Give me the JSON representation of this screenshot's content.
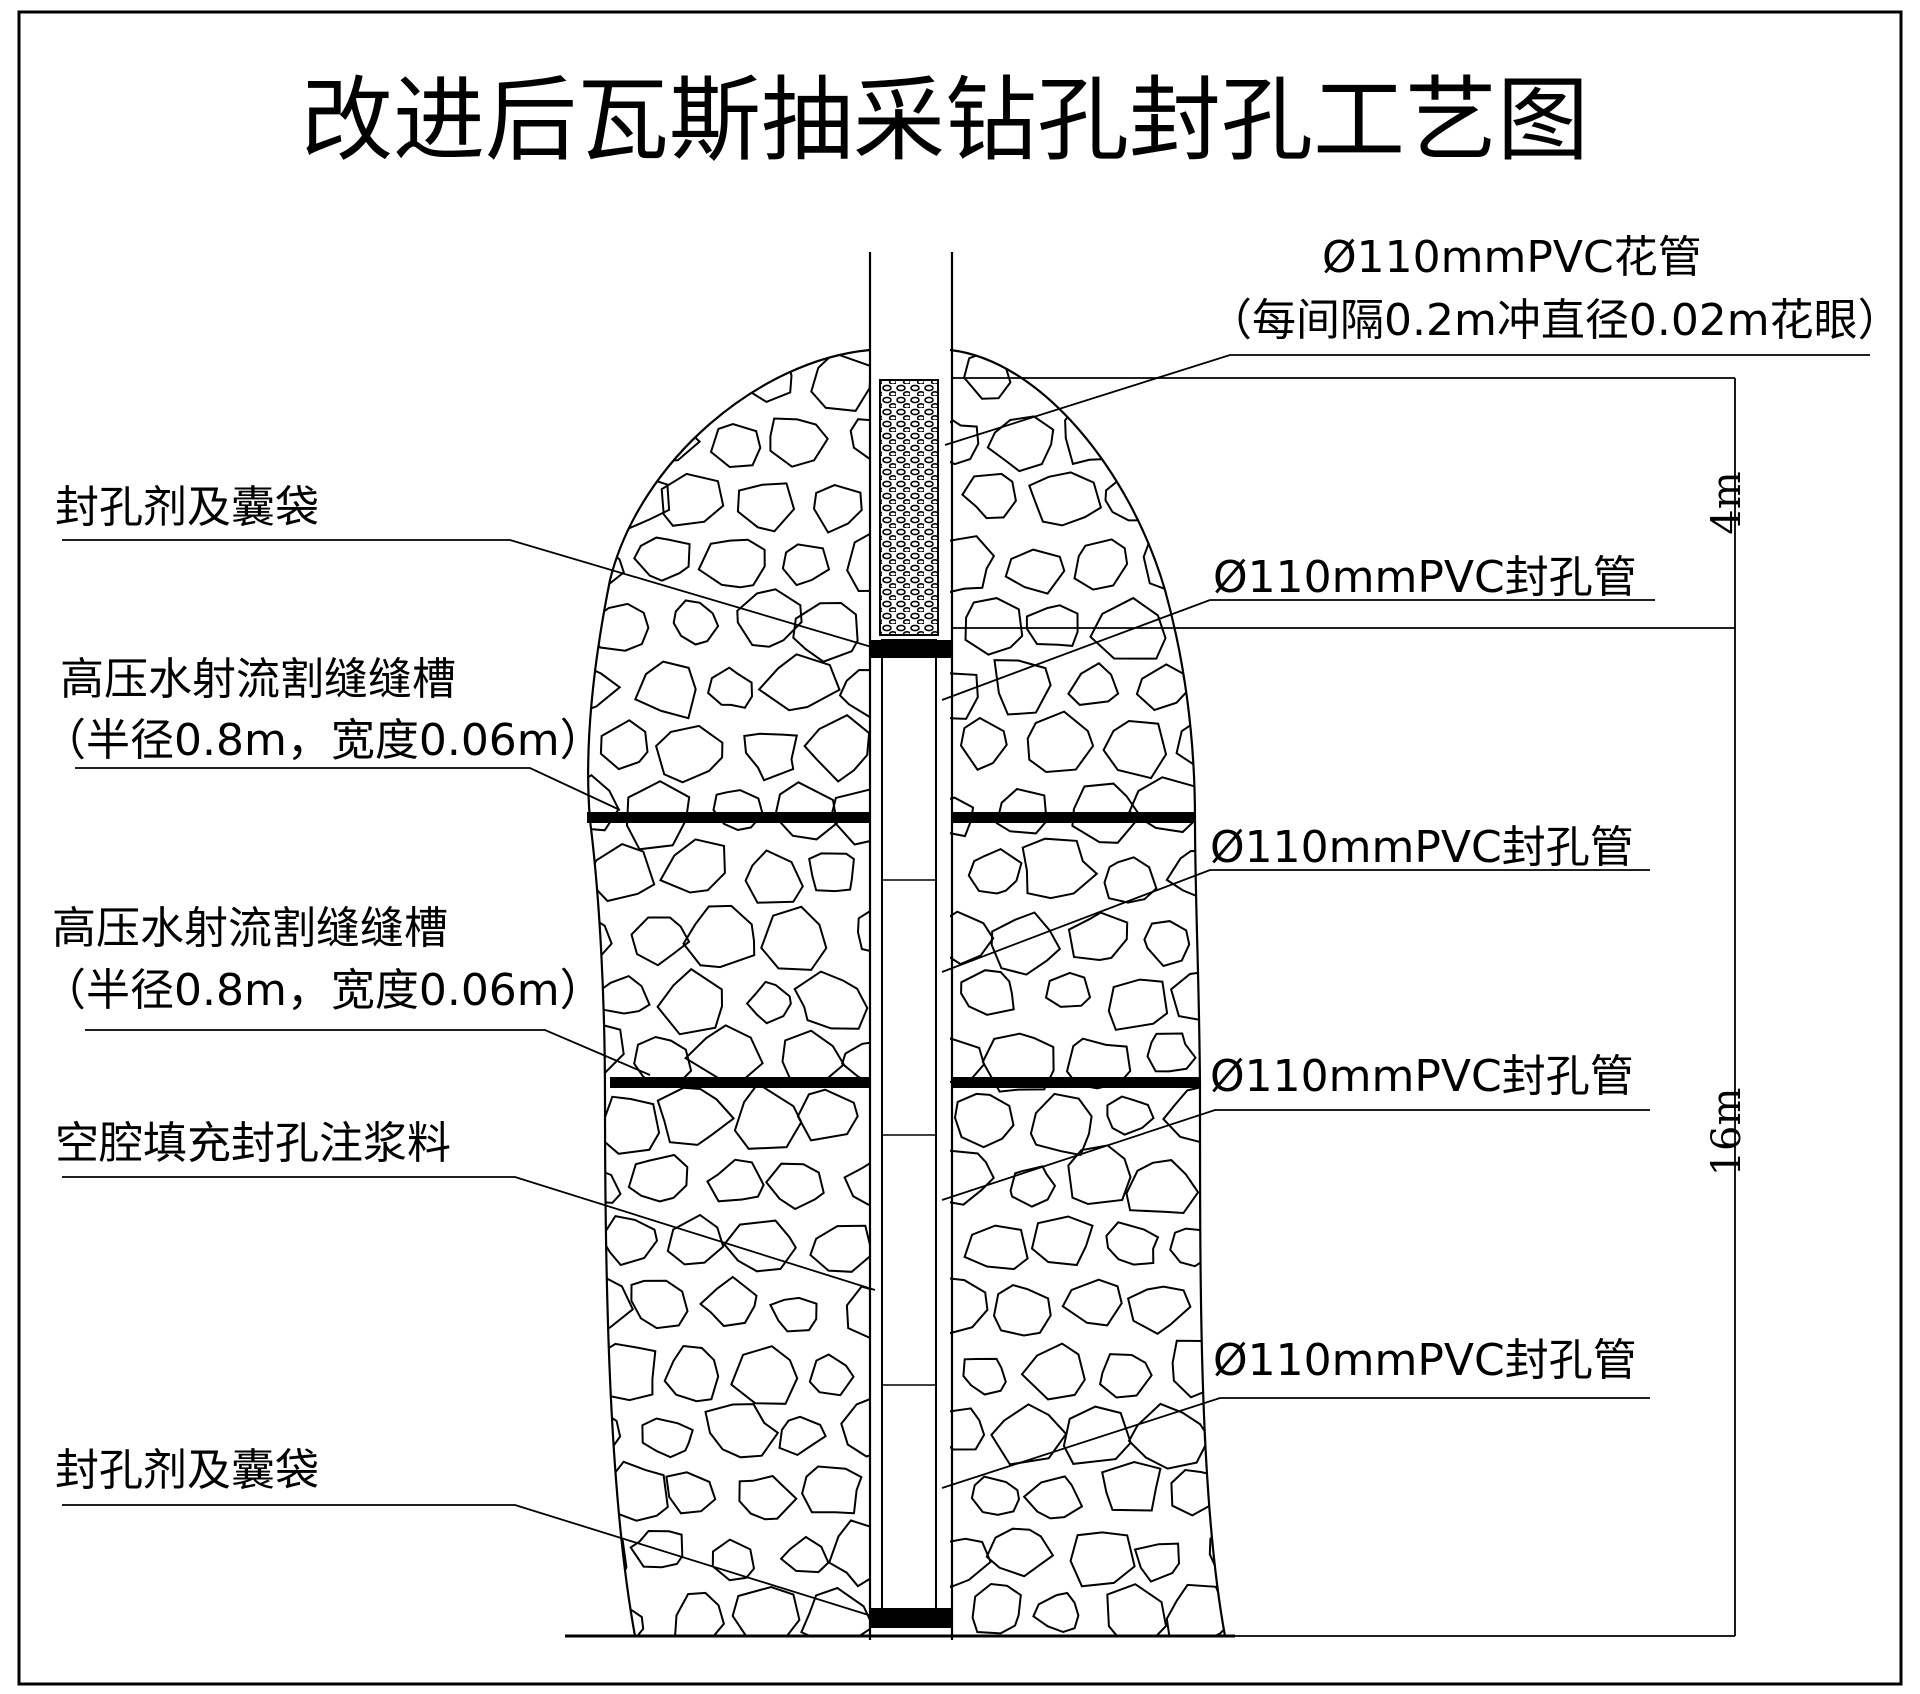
{
  "title": "改进后瓦斯抽采钻孔封孔工艺图",
  "labels": {
    "perforated_pipe": "Ø110mmPVC花管",
    "perforated_pipe_note": "（每间隔0.2m冲直径0.02m花眼）",
    "seal_top": "封孔剂及囊袋",
    "sealing_pipe_1": "Ø110mmPVC封孔管",
    "slot_1_name": "高压水射流割缝缝槽",
    "slot_1_note": "（半径0.8m，宽度0.06m）",
    "sealing_pipe_2": "Ø110mmPVC封孔管",
    "slot_2_name": "高压水射流割缝缝槽",
    "slot_2_note": "（半径0.8m，宽度0.06m）",
    "sealing_pipe_3": "Ø110mmPVC封孔管",
    "grout": "空腔填充封孔注浆料",
    "sealing_pipe_4": "Ø110mmPVC封孔管",
    "seal_bottom": "封孔剂及囊袋"
  },
  "dimensions": {
    "upper": "4m",
    "lower": "16m"
  }
}
